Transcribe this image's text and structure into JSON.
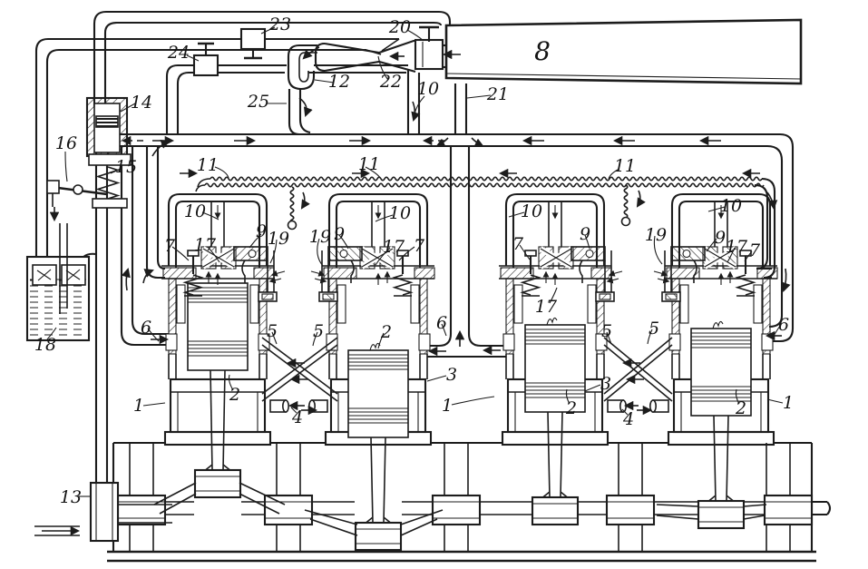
{
  "colors": {
    "ink": "#1c1c1c",
    "paper": "#ffffff"
  },
  "labels": {
    "n23": "23",
    "n20": "20",
    "n8": "8",
    "n24": "24",
    "n12": "12",
    "n22": "22",
    "n25": "25",
    "n10a": "10",
    "n21": "21",
    "n14": "14",
    "n16": "16",
    "n15": "15",
    "n11a": "11",
    "n11b": "11",
    "n11c": "11",
    "n10b": "10",
    "n10c": "10",
    "n10d": "10",
    "n10e": "10",
    "n7a": "7",
    "n17a": "17",
    "n9a": "9",
    "n19a": "19",
    "n19b": "19",
    "n9b": "9",
    "n17b": "17",
    "n7b": "7",
    "n7c": "7",
    "n9c": "9",
    "n17c": "17",
    "n19c": "19",
    "n9d": "9",
    "n17d": "17",
    "n7d": "7",
    "n6a": "6",
    "n6b": "6",
    "n6c": "6",
    "n5a": "5",
    "n5b": "5",
    "n5c": "5",
    "n5d": "5",
    "n2a": "2",
    "n2b": "2",
    "n2c": "2",
    "n2d": "2",
    "n3a": "3",
    "n3b": "3",
    "n1a": "1",
    "n1b": "1",
    "n1c": "1",
    "n4a": "4",
    "n4b": "4",
    "n18": "18",
    "n13": "13"
  }
}
